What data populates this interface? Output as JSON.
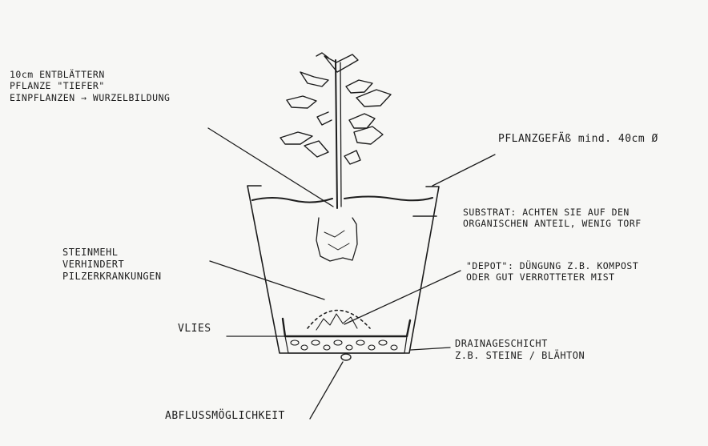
{
  "labels": {
    "top_left": [
      "10cm ENTBLÄTTERN",
      "PFLANZE \"TIEFER\"",
      "EINPFLANZEN → WURZELBILDUNG"
    ],
    "pot_size": "PFLANZGEFÄß mind. 40cm Ø",
    "substrat": [
      "SUBSTRAT: ACHTEN SIE AUF DEN",
      "ORGANISCHEN ANTEIL, WENIG TORF"
    ],
    "steinmehl": [
      "STEINMEHL",
      "VERHINDERT",
      "PILZERKRANKUNGEN"
    ],
    "depot": [
      "\"DEPOT\": DÜNGUNG Z.B. KOMPOST",
      "ODER GUT VERROTTETER MIST"
    ],
    "vlies": "VLIES",
    "drainage": [
      "DRAINAGESCHICHT",
      "Z.B. STEINE / BLÄHTON"
    ],
    "abfluss": "ABFLUSSMÖGLICHKEIT"
  },
  "colors": {
    "ink": "#1d1d1d",
    "paper": "#f7f7f5"
  }
}
